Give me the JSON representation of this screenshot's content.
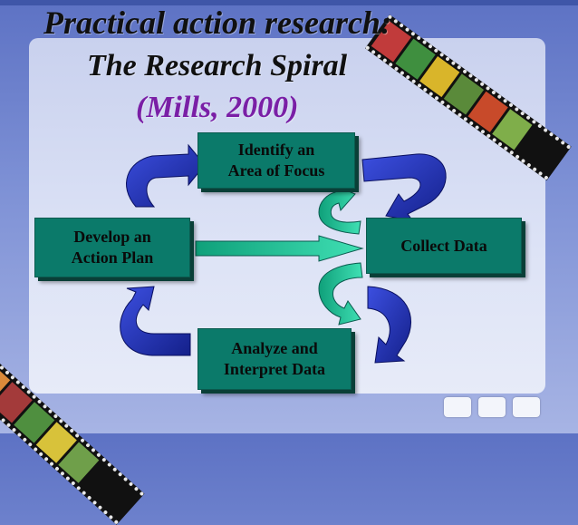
{
  "slide": {
    "title_line1": "Practical action research:",
    "title_line2": "The Research Spiral",
    "citation": "(Mills, 2000)"
  },
  "diagram": {
    "focus": "Identify an\nArea of  Focus",
    "plan": "Develop an\nAction Plan",
    "collect": "Collect Data",
    "analyze": "Analyze and\nInterpret Data"
  },
  "colors": {
    "box_fill": "#0b7a6a",
    "curved_arrow": "#1f2fb8",
    "inner_arrow": "#1ec79a",
    "citation": "#7a1fa6"
  }
}
